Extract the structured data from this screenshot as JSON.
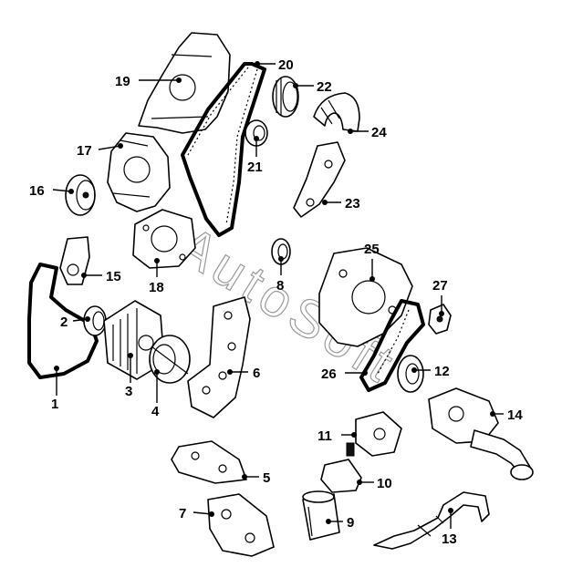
{
  "watermark": "AutoSoft",
  "callouts": {
    "c1": "1",
    "c2": "2",
    "c3": "3",
    "c4": "4",
    "c5": "5",
    "c6": "6",
    "c7": "7",
    "c8": "8",
    "c9": "9",
    "c10": "10",
    "c11": "11",
    "c12": "12",
    "c13": "13",
    "c14": "14",
    "c15": "15",
    "c16": "16",
    "c17": "17",
    "c18": "18",
    "c19": "19",
    "c20": "20",
    "c21": "21",
    "c22": "22",
    "c23": "23",
    "c24": "24",
    "c25": "25",
    "c26": "26",
    "c27": "27"
  }
}
